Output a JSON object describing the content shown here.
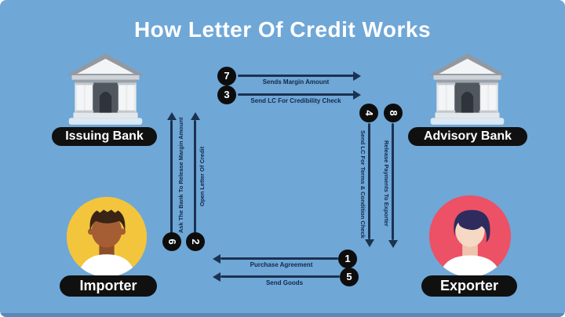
{
  "title": "How Letter Of Credit Works",
  "colors": {
    "background": "#6FA7D7",
    "arrow": "#1B3250",
    "label_text": "#13294A",
    "badge_bg": "#0D0D0D",
    "pill_bg": "#101010",
    "pill_text": "#FFFFFF",
    "title_text": "#FFFFFF",
    "importer_circle": "#F3C53C",
    "exporter_circle": "#EC5166"
  },
  "entities": {
    "issuing_bank": {
      "label": "Issuing Bank",
      "icon": "bank-building-icon"
    },
    "advisory_bank": {
      "label": "Advisory Bank",
      "icon": "bank-building-icon"
    },
    "importer": {
      "label": "Importer",
      "icon": "male-avatar-icon"
    },
    "exporter": {
      "label": "Exporter",
      "icon": "female-avatar-icon"
    }
  },
  "steps": [
    {
      "number": "1",
      "label": "Purchase Agreement"
    },
    {
      "number": "2",
      "label": "Open Letter Of Credit"
    },
    {
      "number": "3",
      "label": "Send LC For Credibility Check"
    },
    {
      "number": "4",
      "label": "Send LC For Terms & Condition Check"
    },
    {
      "number": "5",
      "label": "Send Goods"
    },
    {
      "number": "6",
      "label": "Ask The Bank To Release Margin Amount"
    },
    {
      "number": "7",
      "label": "Sends Margin Amount"
    },
    {
      "number": "8",
      "label": "Release Payments To Exporter"
    }
  ]
}
